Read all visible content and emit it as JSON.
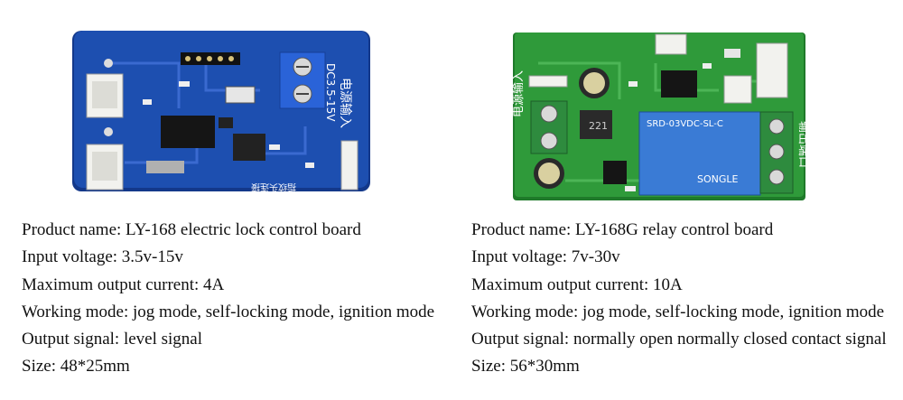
{
  "products": [
    {
      "board_markings": [
        "电源输入",
        "DC3.5-15V",
        "指纹头连接"
      ],
      "specs": [
        "Product name: LY-168 electric lock control board",
        "Input voltage: 3.5v-15v",
        "Maximum output current: 4A",
        "Working mode: jog mode, self-locking mode, ignition mode",
        "Output signal: level signal",
        "Size: 48*25mm"
      ],
      "colors": {
        "pcb": "#1d4fb0",
        "pcb_edge": "#13388a",
        "connector": "#f2f2ee",
        "terminal": "#2a63d8"
      }
    },
    {
      "board_markings": [
        "电源输入",
        "输出端口",
        "SRD-03VDC-SL-C",
        "SONGLE",
        "221"
      ],
      "specs": [
        "Product name: LY-168G relay control board",
        "Input voltage: 7v-30v",
        "Maximum output current: 10A",
        "Working mode: jog mode, self-locking mode, ignition mode",
        "Output signal: normally open normally closed contact signal",
        "Size: 56*30mm"
      ],
      "colors": {
        "pcb": "#2f9a3a",
        "pcb_edge": "#1f7a2a",
        "relay": "#3a7bd5",
        "terminal": "#2e8b3e"
      }
    }
  ]
}
